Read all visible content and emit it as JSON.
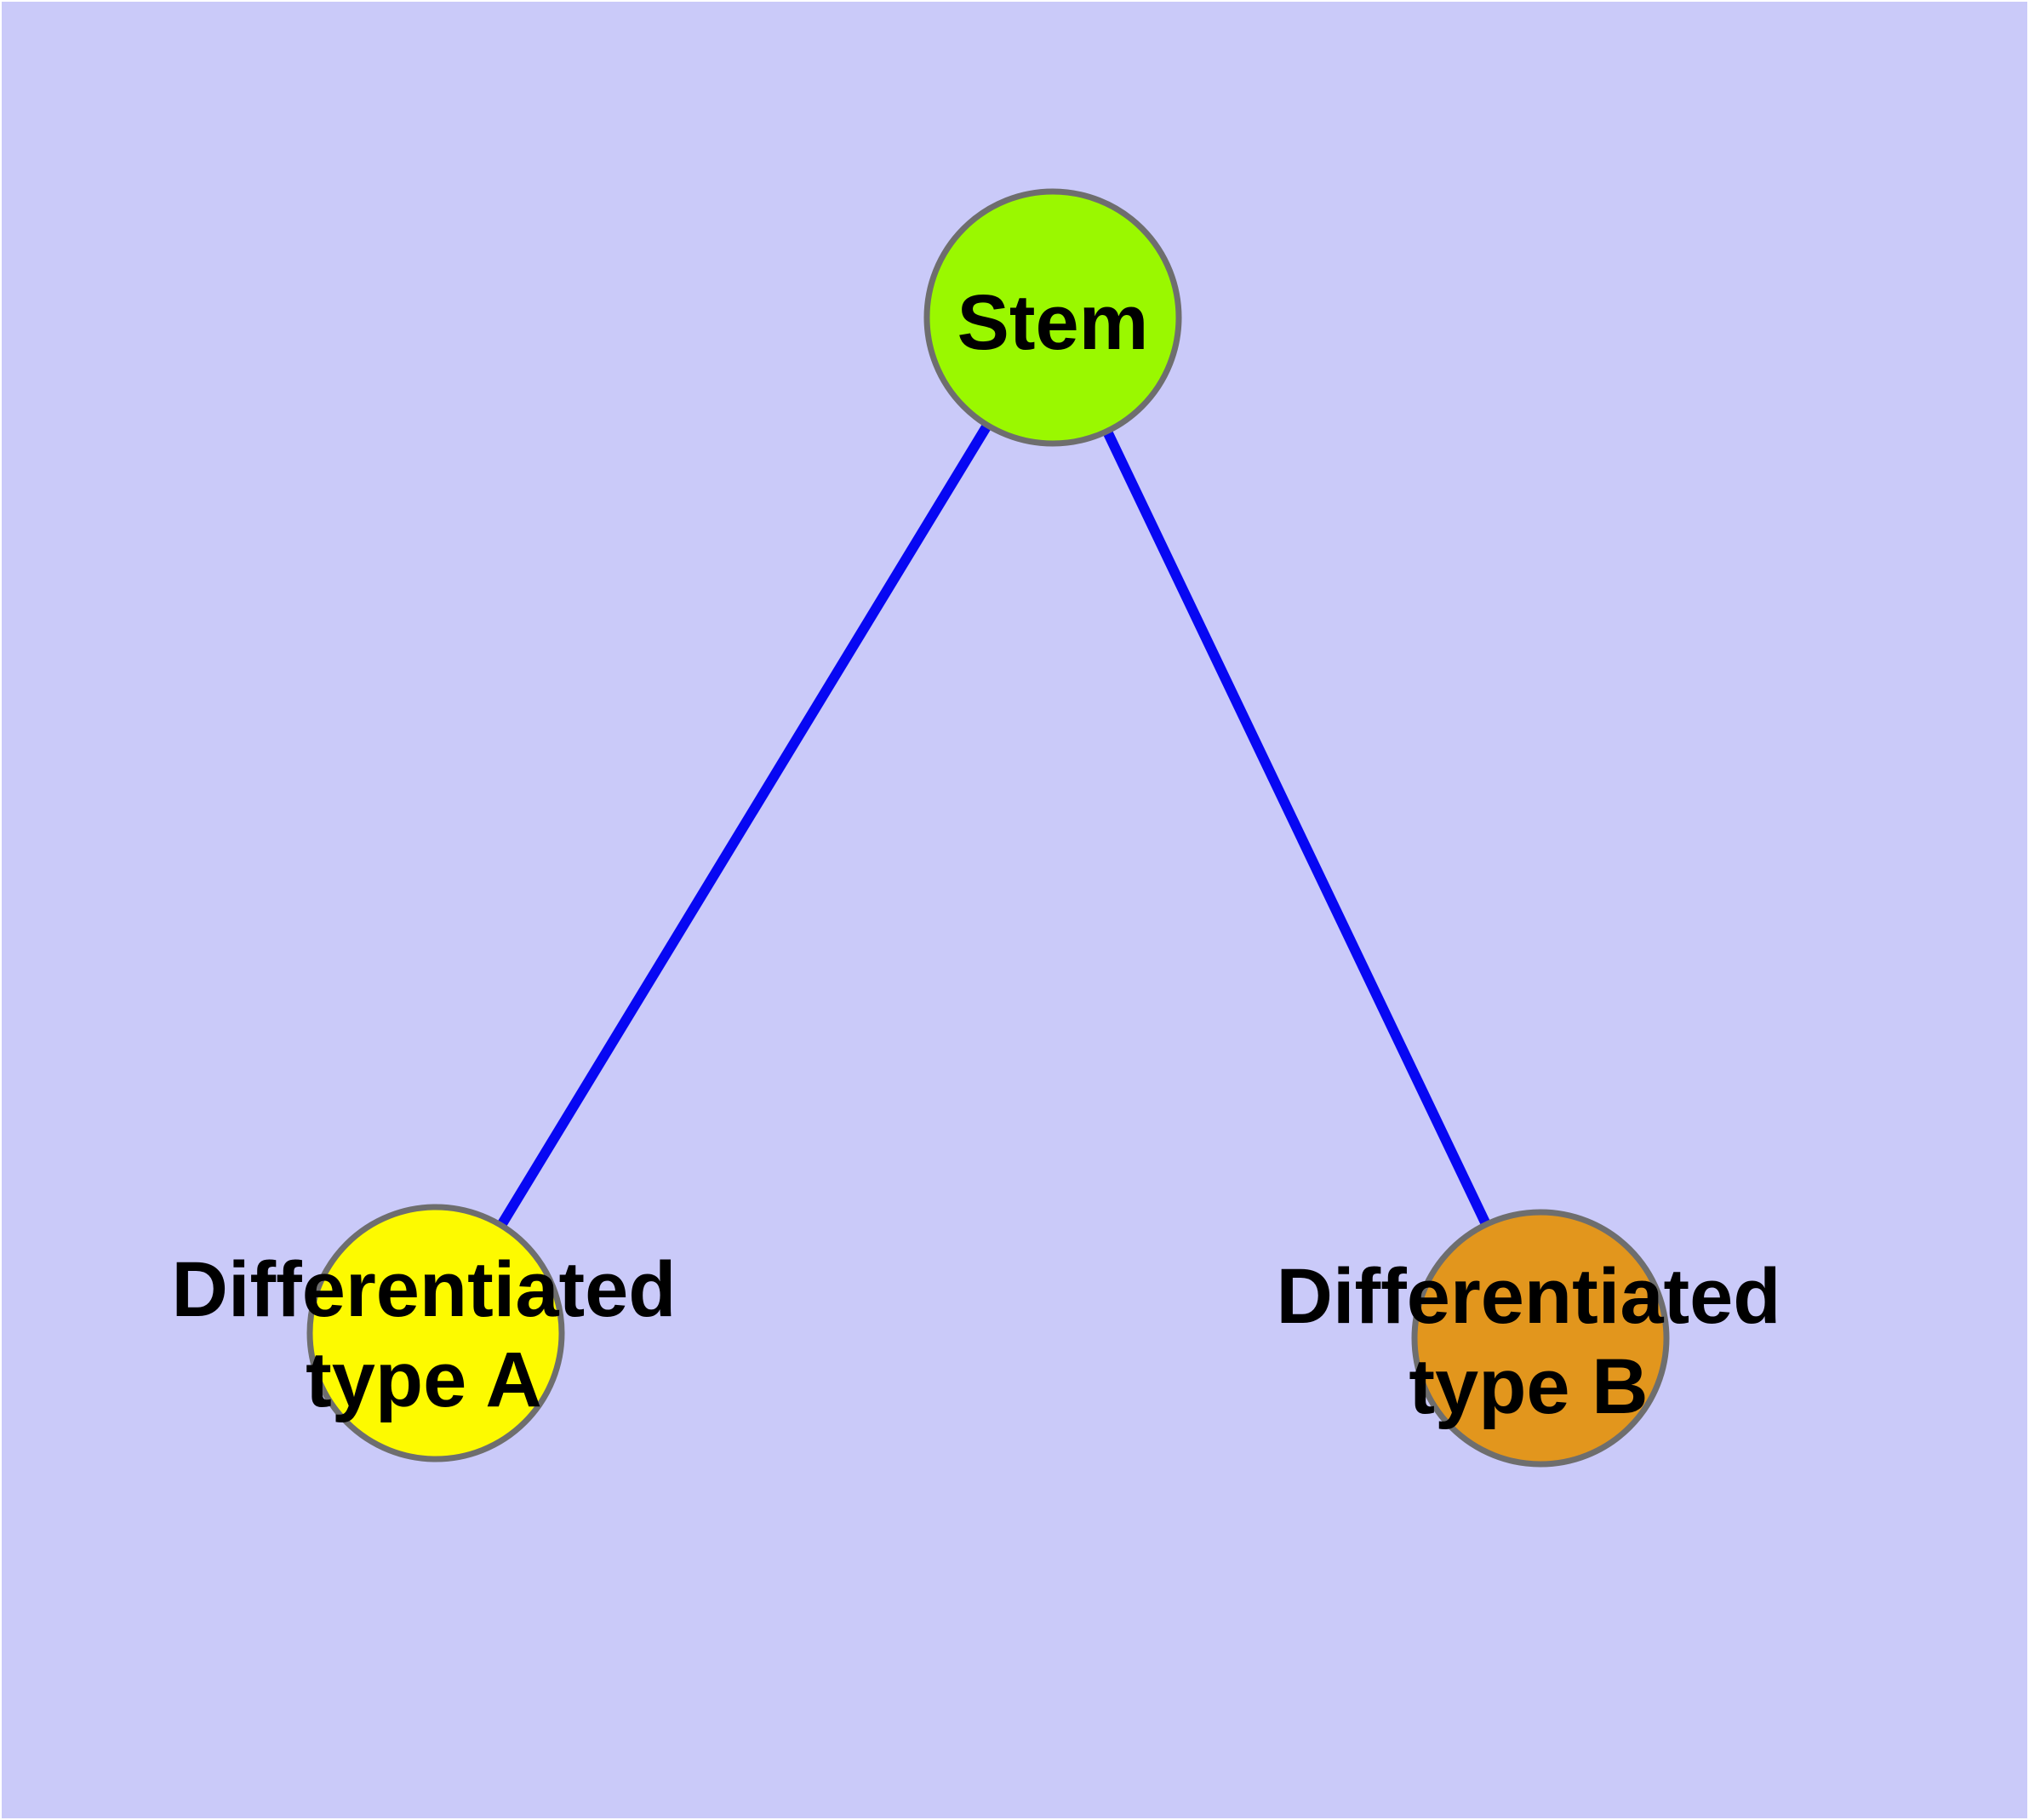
{
  "diagram": {
    "type": "graph",
    "description": "Stem cell differentiation tree with one root node and two leaf nodes",
    "background_color": "#cacaf9",
    "margin_color": "#ffffff",
    "edge_color": "#0707f3",
    "node_border_color": "#6e6e6e",
    "text_color": "#000000",
    "nodes": [
      {
        "id": "stem",
        "label": "Stem",
        "fill": "#9af800"
      },
      {
        "id": "differentiated-type-a",
        "label": "Differentiated\ntype A",
        "fill": "#fdfa00"
      },
      {
        "id": "differentiated-type-b",
        "label": "Differentiated\ntype B",
        "fill": "#e2961d"
      }
    ],
    "edges": [
      {
        "from": "Stem",
        "to": "Differentiated type A"
      },
      {
        "from": "Stem",
        "to": "Differentiated type B"
      }
    ]
  }
}
